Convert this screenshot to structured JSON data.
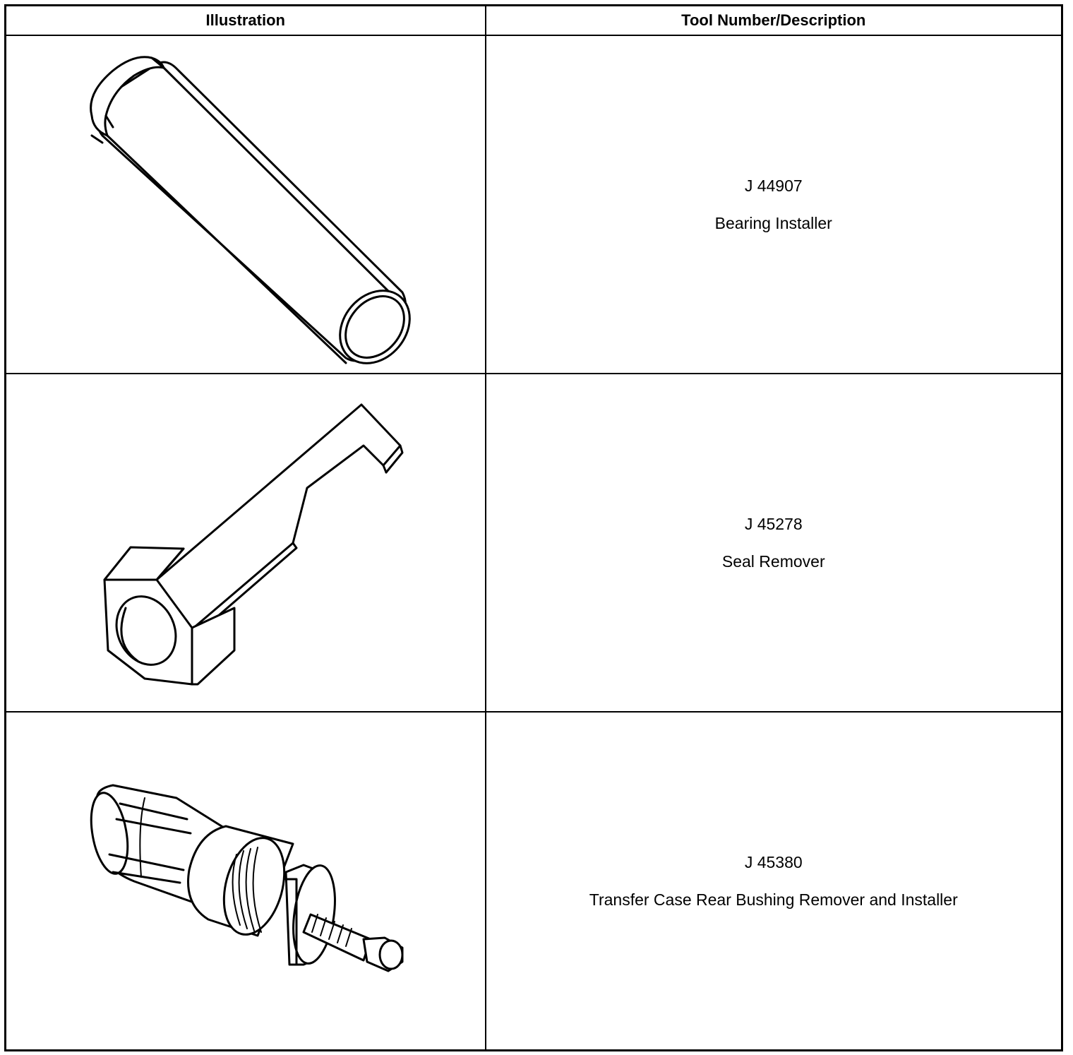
{
  "table": {
    "headers": {
      "illustration": "Illustration",
      "description": "Tool Number/Description"
    },
    "rows": [
      {
        "tool_number": "J 44907",
        "description": "Bearing Installer",
        "illustration_icon": "bearing-installer-tube-icon"
      },
      {
        "tool_number": "J 45278",
        "description": "Seal Remover",
        "illustration_icon": "seal-remover-hook-icon"
      },
      {
        "tool_number": "J 45380",
        "description": "Transfer Case Rear Bushing Remover and Installer",
        "illustration_icon": "bushing-remover-installer-icon"
      }
    ]
  }
}
